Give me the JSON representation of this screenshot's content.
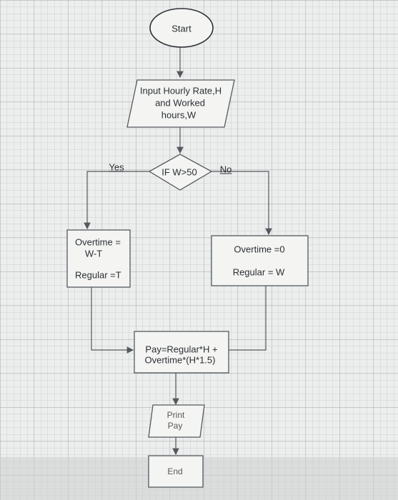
{
  "flowchart": {
    "start": "Start",
    "input_line1": "Input Hourly Rate,H",
    "input_line2": "and Worked",
    "input_line3": "hours,W",
    "decision": "IF W>50",
    "yes": "Yes",
    "no": "No",
    "yes_box_line1": "Overtime =",
    "yes_box_line2": "W-T",
    "yes_box_line3": "Regular =T",
    "no_box_line1": "Overtime =0",
    "no_box_line2": "Regular = W",
    "pay_line1": "Pay=Regular*H +",
    "pay_line2": "Overtime*(H*1.5)",
    "print_line1": "Print",
    "print_line2": "Pay",
    "end": "End"
  },
  "colors": {
    "shape_fill": "#f4f5f3",
    "stroke": "#55595e",
    "grid": "#b8babd",
    "paper": "#eceeed"
  }
}
